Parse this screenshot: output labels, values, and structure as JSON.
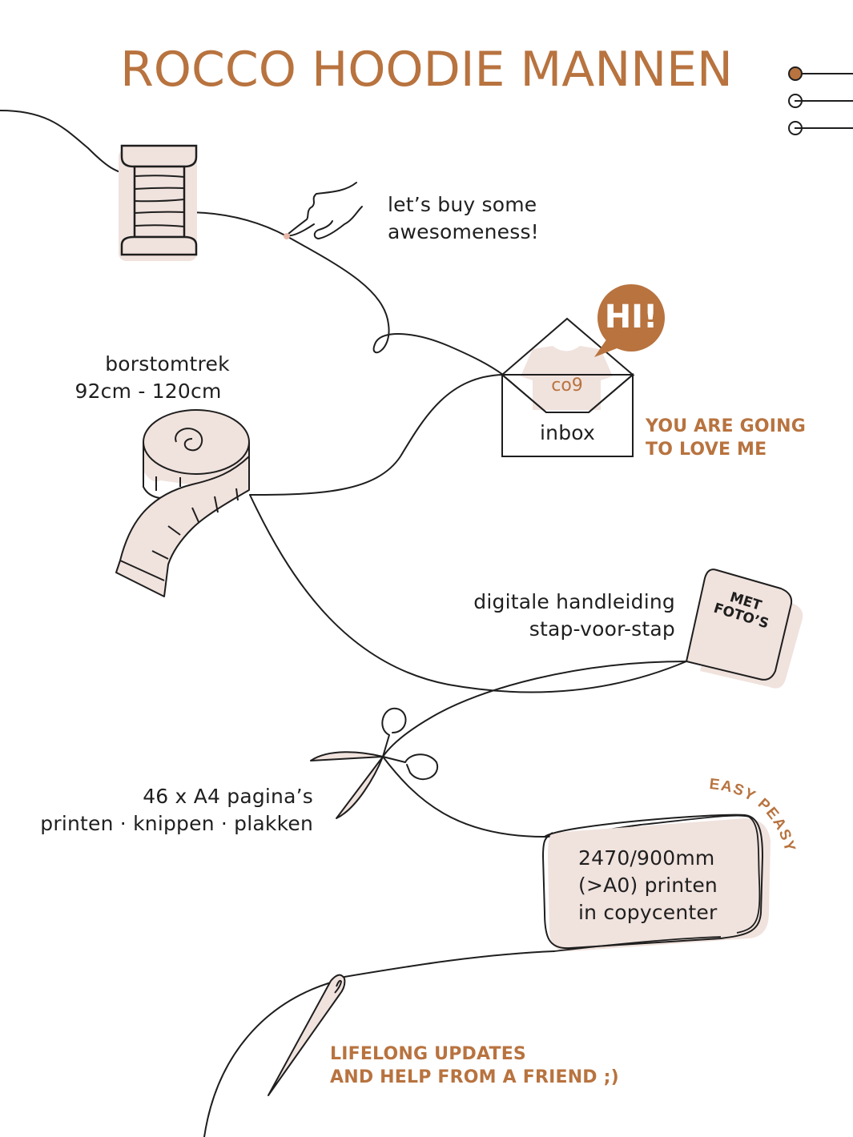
{
  "title": "ROCCO HOODIE MANNEN",
  "colors": {
    "accent": "#b8733f",
    "blush": "#f0e2dd",
    "ink": "#1e1e1e",
    "background": "#ffffff"
  },
  "pager": {
    "dots": [
      {
        "state": "active"
      },
      {
        "state": "inactive"
      },
      {
        "state": "inactive"
      }
    ]
  },
  "steps": {
    "buy": {
      "icon": "pointing-hand-icon",
      "lines": [
        "let’s buy some",
        "awesomeness!"
      ]
    },
    "inbox": {
      "icon": "envelope-icon",
      "label": "inbox",
      "bubble": "HI!",
      "logo": "co9",
      "tagline": [
        "YOU ARE GOING",
        "TO LOVE ME"
      ]
    },
    "sizes": {
      "icon": "measuring-tape-icon",
      "lines": [
        "borstomtrek",
        "92cm - 120cm"
      ]
    },
    "manual": {
      "lines": [
        "digitale handleiding",
        "stap-voor-stap"
      ],
      "badge": [
        "MET",
        "FOTO’S"
      ]
    },
    "a4": {
      "icon": "scissors-icon",
      "lines": [
        "46 x A4 pagina’s",
        "printen · knippen · plakken"
      ]
    },
    "a0": {
      "lines": [
        "2470/900mm",
        "(>A0) printen",
        "in copycenter"
      ],
      "arc_label": "EASY PEASY"
    },
    "updates": {
      "icon": "needle-icon",
      "lines": [
        "LIFELONG UPDATES",
        "AND HELP FROM A FRIEND ;)"
      ]
    }
  },
  "decorations": {
    "spool": "thread-spool-icon"
  }
}
